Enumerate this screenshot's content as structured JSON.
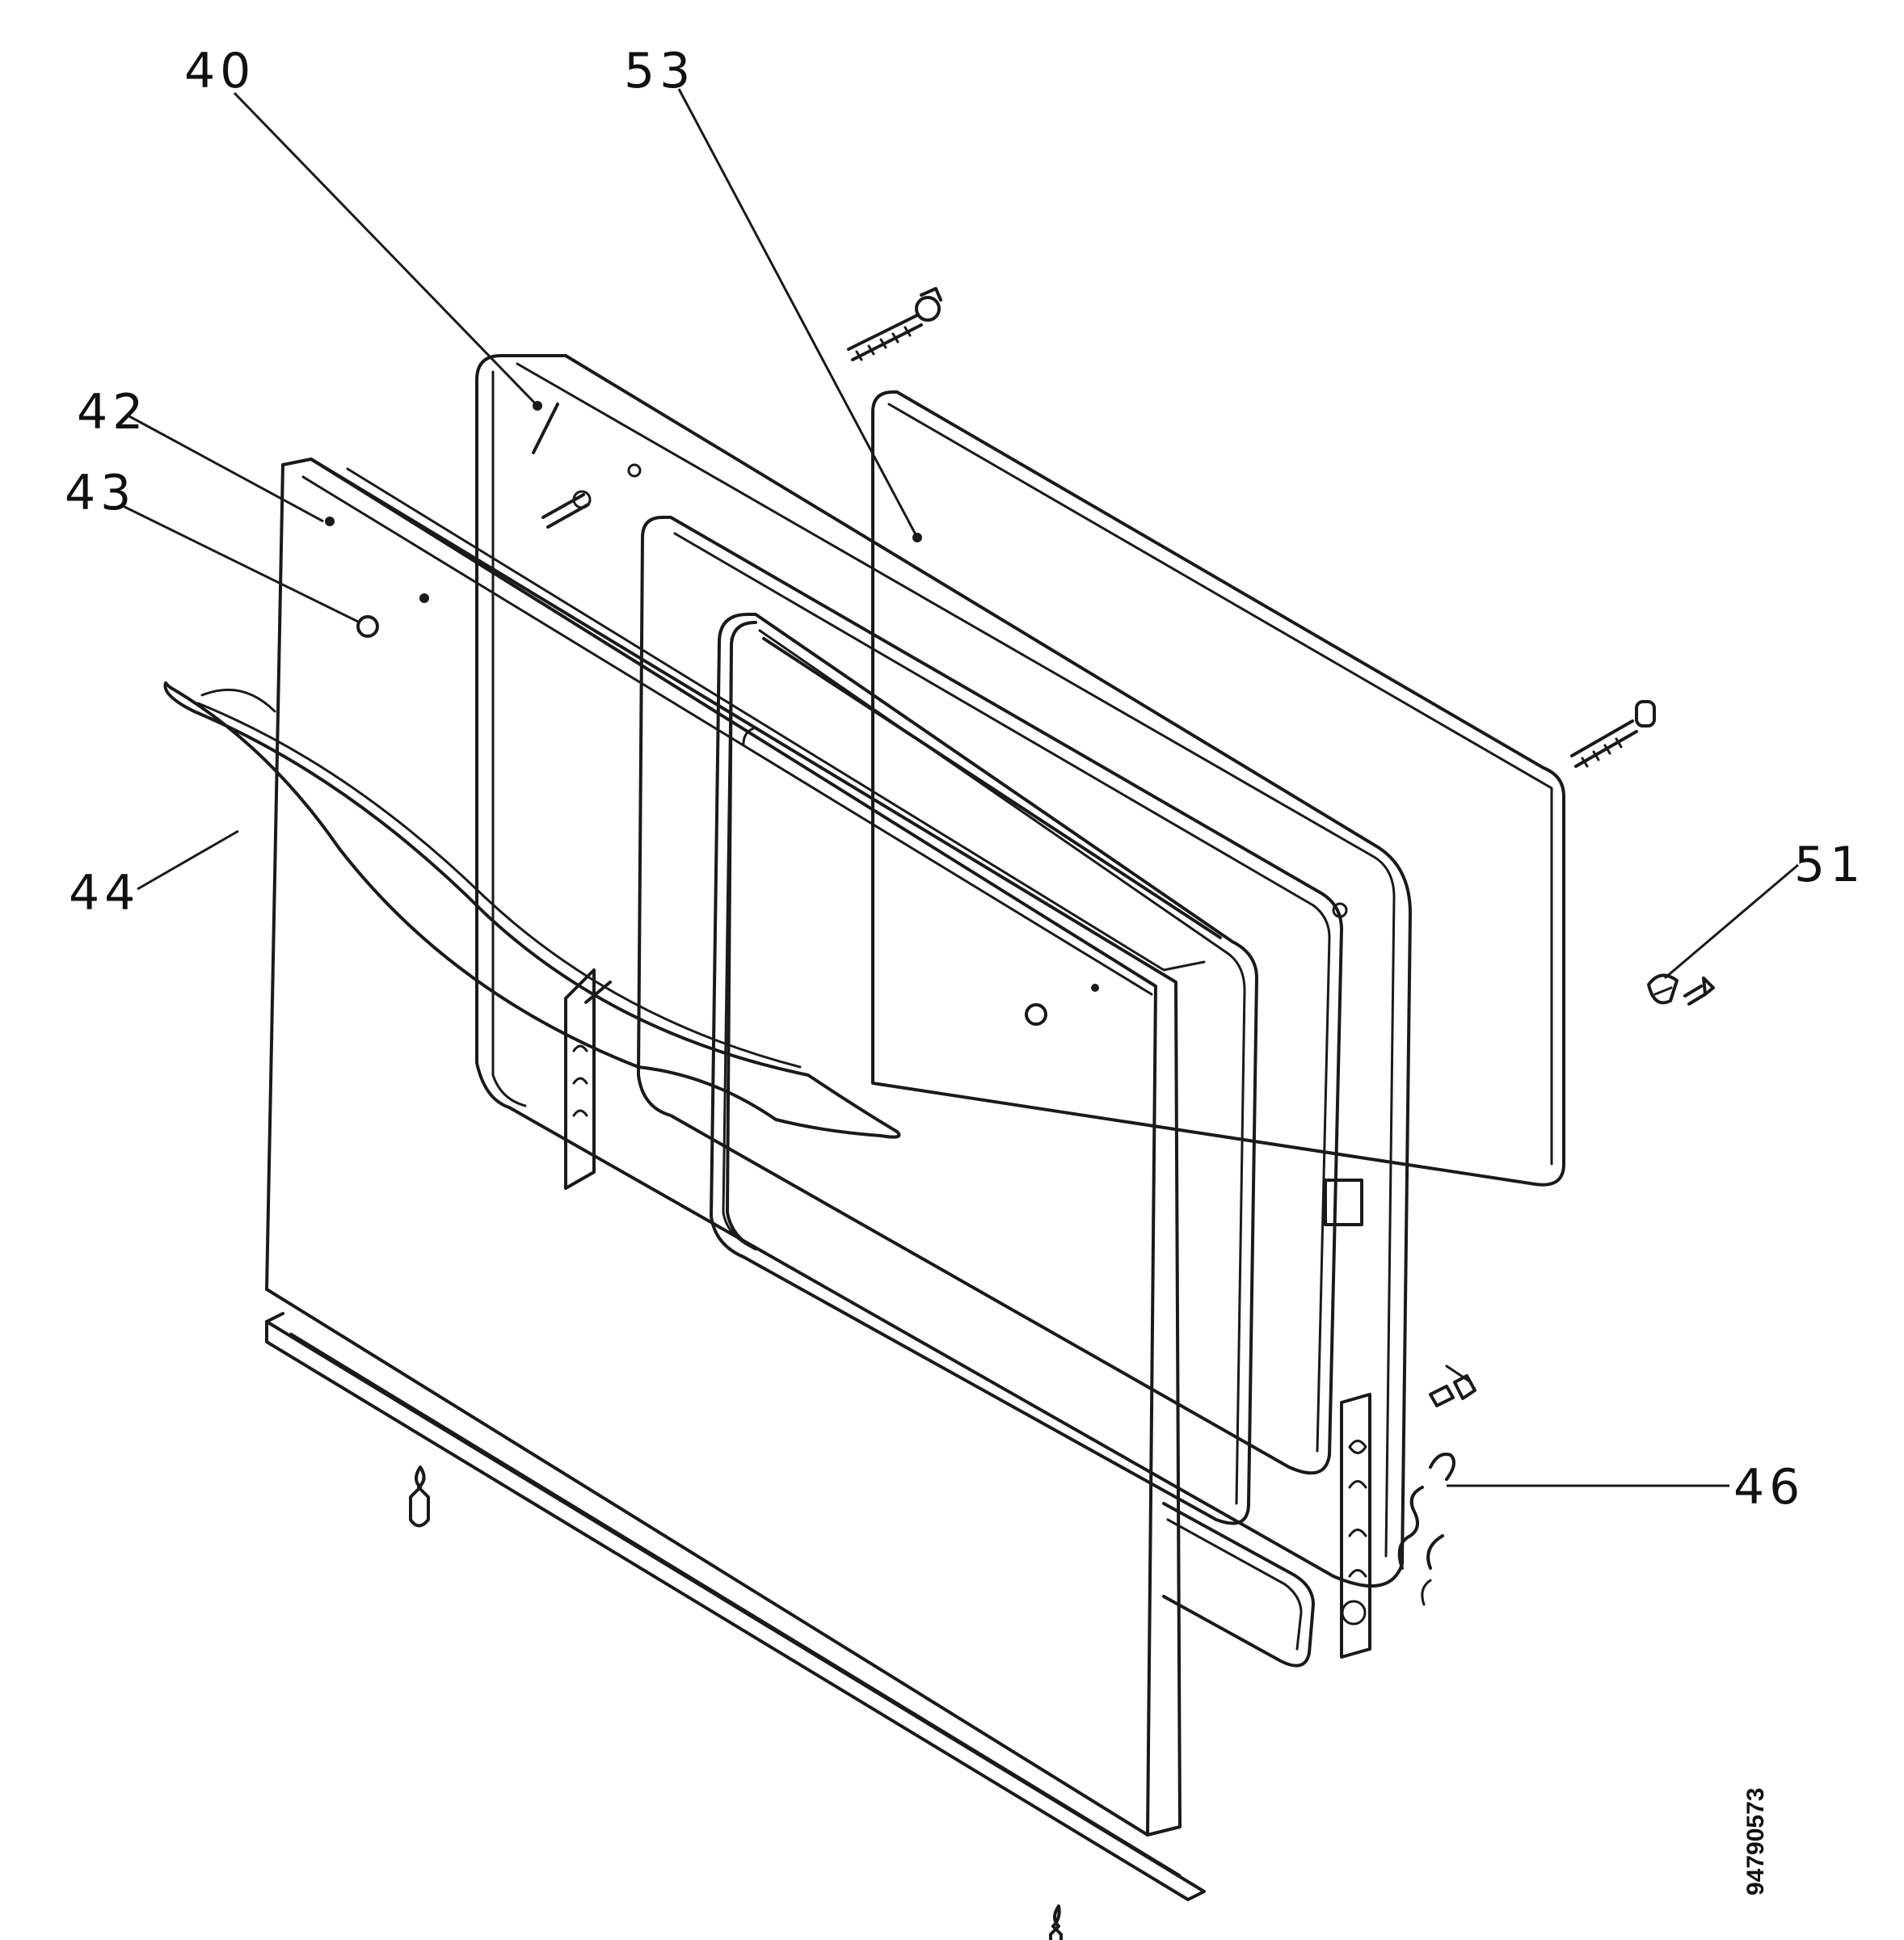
{
  "callouts": {
    "c40": "40",
    "c53": "53",
    "c42": "42",
    "c43": "43",
    "c44": "44",
    "c51": "51",
    "c46": "46"
  },
  "drawing_code": "94790573"
}
